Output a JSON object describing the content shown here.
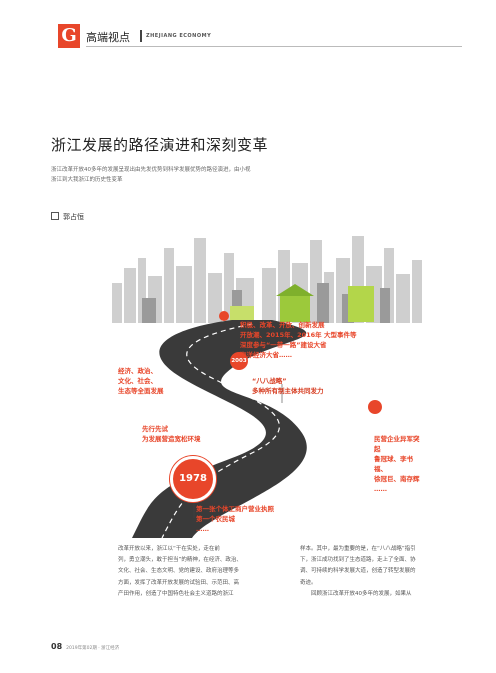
{
  "header": {
    "letter": "G",
    "section": "高端视点",
    "english": "ZHEJIANG ECONOMY"
  },
  "title": "浙江发展的路径演进和深刻变革",
  "lead": [
    "浙江改革开放40多年的发展呈现出由先发优势到科学发展优势的路径演进，由小视",
    "浙江到大我浙江的历史性变革"
  ],
  "author": "郭占恒",
  "timeline": {
    "years": [
      "1978",
      "2003"
    ],
    "labels": [
      {
        "lines": [
          "经济、政治、",
          "文化、社会、",
          "生态等全面发展"
        ]
      },
      {
        "lines": [
          "先行先试",
          "为发展营造宽松环境"
        ]
      },
      {
        "lines": [
          "第一张个体工商户营业执照",
          "第一个农民城",
          "……"
        ]
      },
      {
        "lines": [
          "“八八战略”",
          "多种所有制主体共同发力"
        ]
      },
      {
        "lines": [
          "民营企业异军突起",
          "鲁冠球、李书福、",
          "徐冠巨、南存辉",
          "……"
        ]
      },
      {
        "lines": [
          "积极、改革、开放、创新发展",
          "开放潮、2015年、2016年 大型事件等",
          "深度参与“一带一路”建设大省",
          "海洋经济大省……"
        ]
      }
    ]
  },
  "body": {
    "col1": [
      "改革开放以来，浙江以“干在实处，走在前",
      "列，勇立潮头，敢于担当”的精神，在经济、政治、",
      "文化、社会、生态文明、党的建设、政府治理等多",
      "方面，发挥了改革开放发展的试验田、示范田、高",
      "产田作用，创造了中国特色社会主义道路的浙江"
    ],
    "col2": [
      "样本。其中，最为重要的是，在“八八战略”指引",
      "下，浙江成功找到了生态道路，走上了全面、协",
      "调、可持续的科学发展大道，创造了转型发展的",
      "奇迹。",
      "　　回顾浙江改革开放40多年的发展，如果从"
    ]
  },
  "footer": {
    "page": "08",
    "issue": "2019年第02期 · 浙江经济"
  },
  "colors": {
    "accent": "#e8462a",
    "road": "#3a3a3a",
    "city": "#c9c9c9"
  }
}
